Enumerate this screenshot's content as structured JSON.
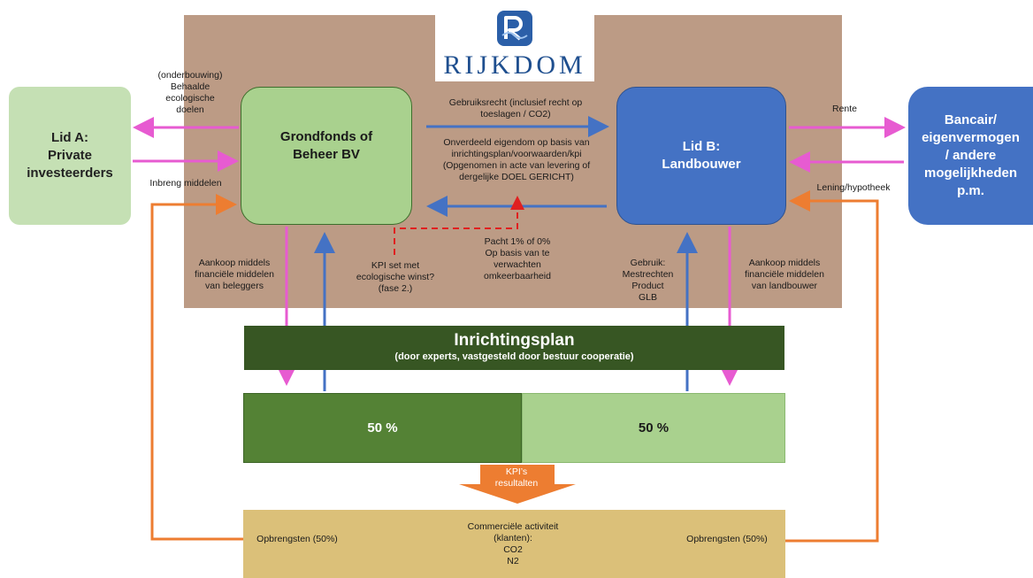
{
  "logo": {
    "text": "RIJKDOM",
    "icon": "rijkdom-logo-icon"
  },
  "boxes": {
    "lid_a": [
      "Lid A:",
      "Private",
      "investeerders"
    ],
    "grondfonds": [
      "Grondfonds of",
      "Beheer BV"
    ],
    "lid_b": [
      "Lid B:",
      "Landbouwer"
    ],
    "bancair": [
      "Bancair/",
      "eigenvermogen",
      "/ andere",
      "mogelijkheden",
      "p.m."
    ]
  },
  "labels": {
    "ecologische": [
      "(onderbouwing)",
      "Behaalde",
      "ecologische",
      "doelen"
    ],
    "inbreng": "Inbreng middelen",
    "gebruiksrecht": [
      "Gebruiksrecht (inclusief recht op",
      "toeslagen / CO2)"
    ],
    "onverdeeld": [
      "Onverdeeld eigendom op basis van",
      "inrichtingsplan/voorwaarden/kpi",
      "(Opgenomen in acte van levering of",
      "dergelijke DOEL GERICHT)"
    ],
    "rente": "Rente",
    "lening": "Lening/hypotheek",
    "pacht": [
      "Pacht 1% of 0%",
      "Op basis van te",
      "verwachten",
      "omkeerbaarheid"
    ],
    "kpi_set": [
      "KPI set met",
      "ecologische winst?",
      "(fase 2.)"
    ],
    "aankoop_beleggers": [
      "Aankoop middels",
      "financiële middelen",
      "van beleggers"
    ],
    "gebruik": [
      "Gebruik:",
      "Mestrechten",
      "Product",
      "GLB"
    ],
    "aankoop_landbouwer": [
      "Aankoop middels",
      "financiële middelen",
      "van landbouwer"
    ]
  },
  "plan": {
    "title": "Inrichtingsplan",
    "subtitle": "(door experts, vastgesteld door bestuur cooperatie)"
  },
  "split": {
    "left": "50 %",
    "right": "50 %"
  },
  "kpi": [
    "KPI’s",
    "resultalten"
  ],
  "commerce": {
    "left": "Opbrengsten (50%)",
    "center": [
      "Commerciële activiteit",
      "(klanten):",
      "CO2",
      "N2"
    ],
    "right": "Opbrengsten (50%)"
  },
  "colors": {
    "panel": "#bc9b85",
    "pink_arrow": "#e75bd1",
    "blue_arrow": "#4472c4",
    "orange": "#ed7d31",
    "dashed_red": "#e02020"
  }
}
